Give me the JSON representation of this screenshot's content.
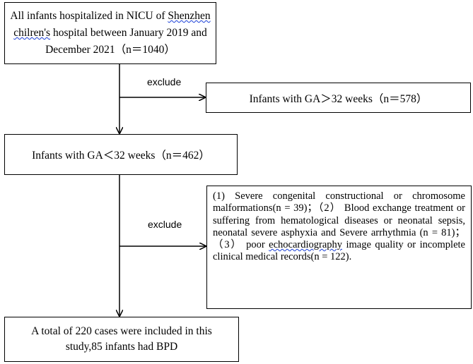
{
  "flowchart": {
    "boxes": {
      "all_infants": {
        "pre": "All infants hospitalized in NICU of ",
        "place": "Shenzhen",
        "mid": " ",
        "misspelt": "chilren's",
        "post": " hospital between January 2019 and December 2021（n＝1040）"
      },
      "excluded_ga_over_32": "Infants with GA＞32 weeks（n＝578）",
      "ga_under_32": "Infants with GA＜32 weeks（n＝462）",
      "exclusion_criteria": {
        "pre": "(1) Severe congenital constructional or chromosome malformations(n = 39)；（2） Blood exchange treatment or suffering from hematological diseases or neonatal sepsis, neonatal severe asphyxia and Severe arrhythmia (n = 81)；（3） poor ",
        "term": "echocardiography",
        "post": " image quality or incomplete clinical medical records(n = 122)."
      },
      "final_cohort": "A total of 220 cases were included in this study,85 infants had BPD"
    },
    "edge_labels": {
      "exclude_first": "exclude",
      "exclude_second": "exclude"
    },
    "colors": {
      "line": "#000000",
      "spellcheck_underline": "#1a3fd6"
    }
  }
}
